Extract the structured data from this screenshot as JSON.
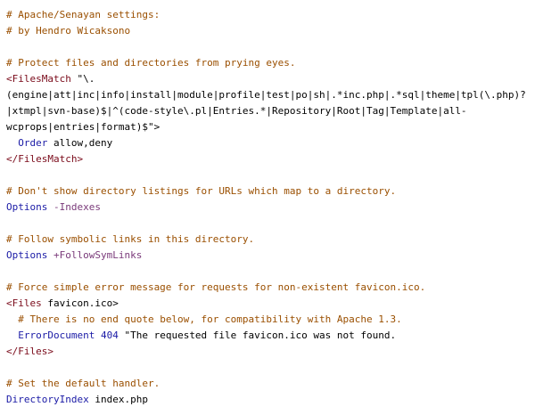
{
  "lines": [
    {
      "kind": "comment",
      "text": "# Apache/Senayan settings:"
    },
    {
      "kind": "comment",
      "text": "# by Hendro Wicaksono"
    },
    {
      "kind": "blank",
      "text": ""
    },
    {
      "kind": "comment",
      "text": "# Protect files and directories from prying eyes."
    },
    {
      "kind": "tagstart",
      "tag": "<FilesMatch",
      "rest": " \"\\."
    },
    {
      "kind": "plain",
      "text": "(engine|att|inc|info|install|module|profile|test|po|sh|.*inc.php|.*sql|theme|tpl(\\.php)?"
    },
    {
      "kind": "plain",
      "text": "|xtmpl|svn-base)$|^(code-style\\.pl|Entries.*|Repository|Root|Tag|Template|all-"
    },
    {
      "kind": "plain",
      "text": "wcprops|entries|format)$\">"
    },
    {
      "kind": "directive",
      "indent": "  ",
      "name": "Order",
      "value": " allow,deny"
    },
    {
      "kind": "tag",
      "text": "</FilesMatch>"
    },
    {
      "kind": "blank",
      "text": ""
    },
    {
      "kind": "comment",
      "text": "# Don't show directory listings for URLs which map to a directory."
    },
    {
      "kind": "directive2",
      "indent": "",
      "name": "Options",
      "value": " -Indexes"
    },
    {
      "kind": "blank",
      "text": ""
    },
    {
      "kind": "comment",
      "text": "# Follow symbolic links in this directory."
    },
    {
      "kind": "directive2",
      "indent": "",
      "name": "Options",
      "value": " +FollowSymLinks"
    },
    {
      "kind": "blank",
      "text": ""
    },
    {
      "kind": "comment",
      "text": "# Force simple error message for requests for non-existent favicon.ico."
    },
    {
      "kind": "tagline",
      "tag": "<Files",
      "rest": " favicon.ico>"
    },
    {
      "kind": "comment",
      "indent": "  ",
      "text": "# There is no end quote below, for compatibility with Apache 1.3."
    },
    {
      "kind": "errordoc",
      "indent": "  ",
      "name": "ErrorDocument",
      "num": " 404",
      "value": " \"The requested file favicon.ico was not found."
    },
    {
      "kind": "tag",
      "text": "</Files>"
    },
    {
      "kind": "blank",
      "text": ""
    },
    {
      "kind": "comment",
      "text": "# Set the default handler."
    },
    {
      "kind": "directive",
      "indent": "",
      "name": "DirectoryIndex",
      "value": " index.php"
    }
  ]
}
